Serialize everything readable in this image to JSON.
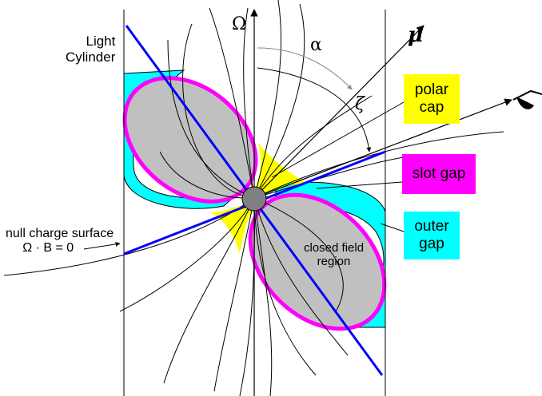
{
  "labels": {
    "light_cylinder_line1": "Light",
    "light_cylinder_line2": "Cylinder",
    "omega": "Ω",
    "alpha": "α",
    "zeta": "ζ",
    "mu": "μ",
    "null_line1": "null charge surface",
    "null_line2": "Ω · B = 0",
    "closed_line1": "closed field",
    "closed_line2": "region"
  },
  "boxes": {
    "polar_cap": {
      "line1": "polar",
      "line2": "cap",
      "color": "#ffff00"
    },
    "slot_gap": {
      "line1": "slot gap",
      "color": "#ff00ff"
    },
    "outer_gap": {
      "line1": "outer",
      "line2": "gap",
      "color": "#00ffff"
    }
  },
  "colors": {
    "closed_region": "#c0c0c0",
    "slot_gap_outline": "#ff00ff",
    "outer_gap_fill": "#00ffff",
    "polar_cap_fill": "#ffff00",
    "magnetic_axis": "#0000ff",
    "star": "#808080"
  }
}
